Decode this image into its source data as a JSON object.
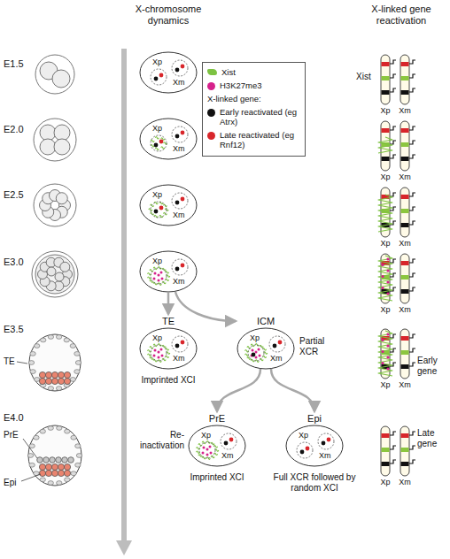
{
  "diagram": {
    "nodes": [
      {
        "text": [
          "Xp",
          "Xm"
        ]
      },
      {
        "text": [
          "Xp",
          "Xm"
        ]
      },
      {
        "text": [
          "Xp",
          "Xm"
        ]
      },
      {
        "text": [
          "Xp",
          "Xm"
        ]
      },
      {
        "text": [
          "TE",
          "Xp",
          "Xm"
        ]
      },
      {
        "text": [
          "ICM",
          "Xp",
          "Xm"
        ]
      },
      {
        "text": [
          "PrE",
          "Xp",
          "Xm"
        ]
      },
      {
        "text": [
          "Epi",
          "Xp",
          "Xm"
        ]
      }
    ],
    "edges": [
      {
        "from": 3,
        "to": 4,
        "arrow": "to"
      },
      {
        "from": 3,
        "to": 5,
        "arrow": "to"
      },
      {
        "from": 5,
        "to": 6,
        "arrow": "to"
      },
      {
        "from": 5,
        "to": 7,
        "arrow": "to"
      }
    ],
    "labels": [
      "X-chromosome dynamics",
      "X-linked gene reactivation",
      "E1.5",
      "E2.0",
      "E2.5",
      "E3.0",
      "E3.5",
      "TE",
      "E4.0",
      "PrE",
      "Epi",
      "X-linked gene:",
      "Imprinted XCI",
      "Partial XCR",
      "Re-inactivation",
      "Imprinted XCI",
      "Full XCR followed by random XCI",
      "Xist",
      "Xp",
      "Xm",
      "Xp",
      "Xm",
      "Xp",
      "Xm",
      "Xp",
      "Xm",
      "Xp",
      "Xm",
      "Xp",
      "Xm",
      "Early gene",
      "Late gene"
    ],
    "legend": [
      {
        "text": "Xist",
        "color": "#7dc242"
      },
      {
        "text": "H3K27me3",
        "color": "#d6218b"
      },
      {
        "text": "Early reactivated (eg Atrx)",
        "color": "#111111"
      },
      {
        "text": "Late reactivated (eg Rnf12)",
        "color": "#d8262b"
      }
    ]
  }
}
